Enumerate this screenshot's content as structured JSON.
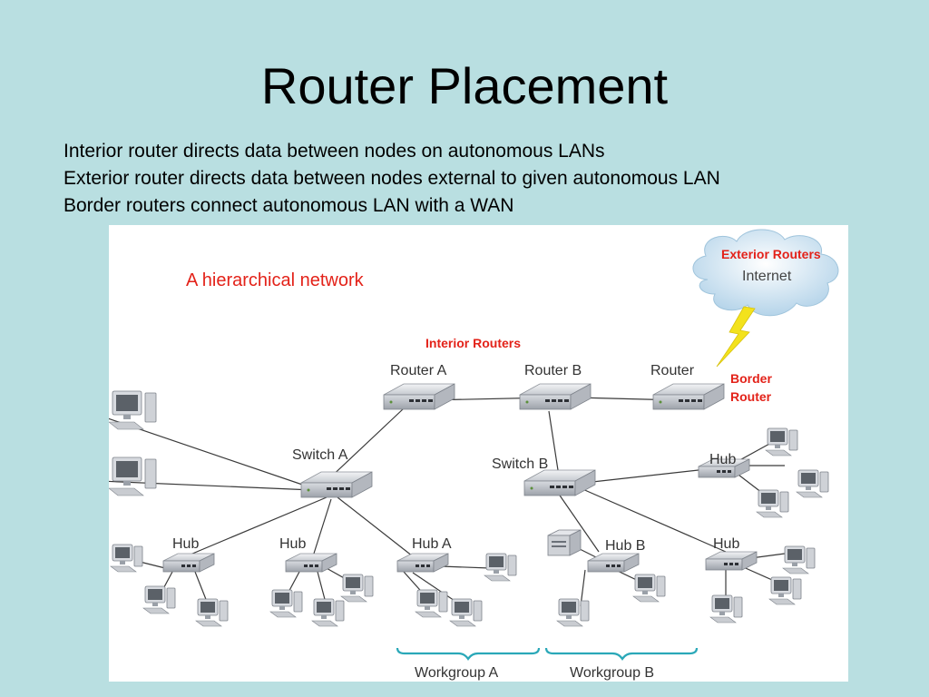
{
  "slide": {
    "title": "Router Placement",
    "bullets": [
      "Interior router directs data between nodes on autonomous LANs",
      "Exterior router directs data between nodes external to given autonomous LAN",
      "Border routers connect autonomous LAN with a WAN"
    ]
  },
  "diagram": {
    "caption": "A hierarchical network",
    "annotations": {
      "interior_routers": "Interior Routers",
      "exterior_routers": "Exterior Routers",
      "border_router_line1": "Border",
      "border_router_line2": "Router"
    },
    "cloud_label": "Internet",
    "device_labels": {
      "router_a": "Router A",
      "router_b": "Router B",
      "router": "Router",
      "switch_a": "Switch A",
      "switch_b": "Switch B",
      "hub_left": "Hub",
      "hub_mid": "Hub",
      "hub_a": "Hub A",
      "hub_b": "Hub B",
      "hub_right_top": "Hub",
      "hub_right_bottom": "Hub"
    },
    "workgroups": {
      "a": "Workgroup A",
      "b": "Workgroup B"
    },
    "colors": {
      "annotation": "#e32219",
      "background": "#b9dfe1",
      "link": "#3a3a3a",
      "bracket": "#2aa8b8",
      "cloud": "#cfe6f3",
      "lightning": "#f3e21c"
    }
  }
}
